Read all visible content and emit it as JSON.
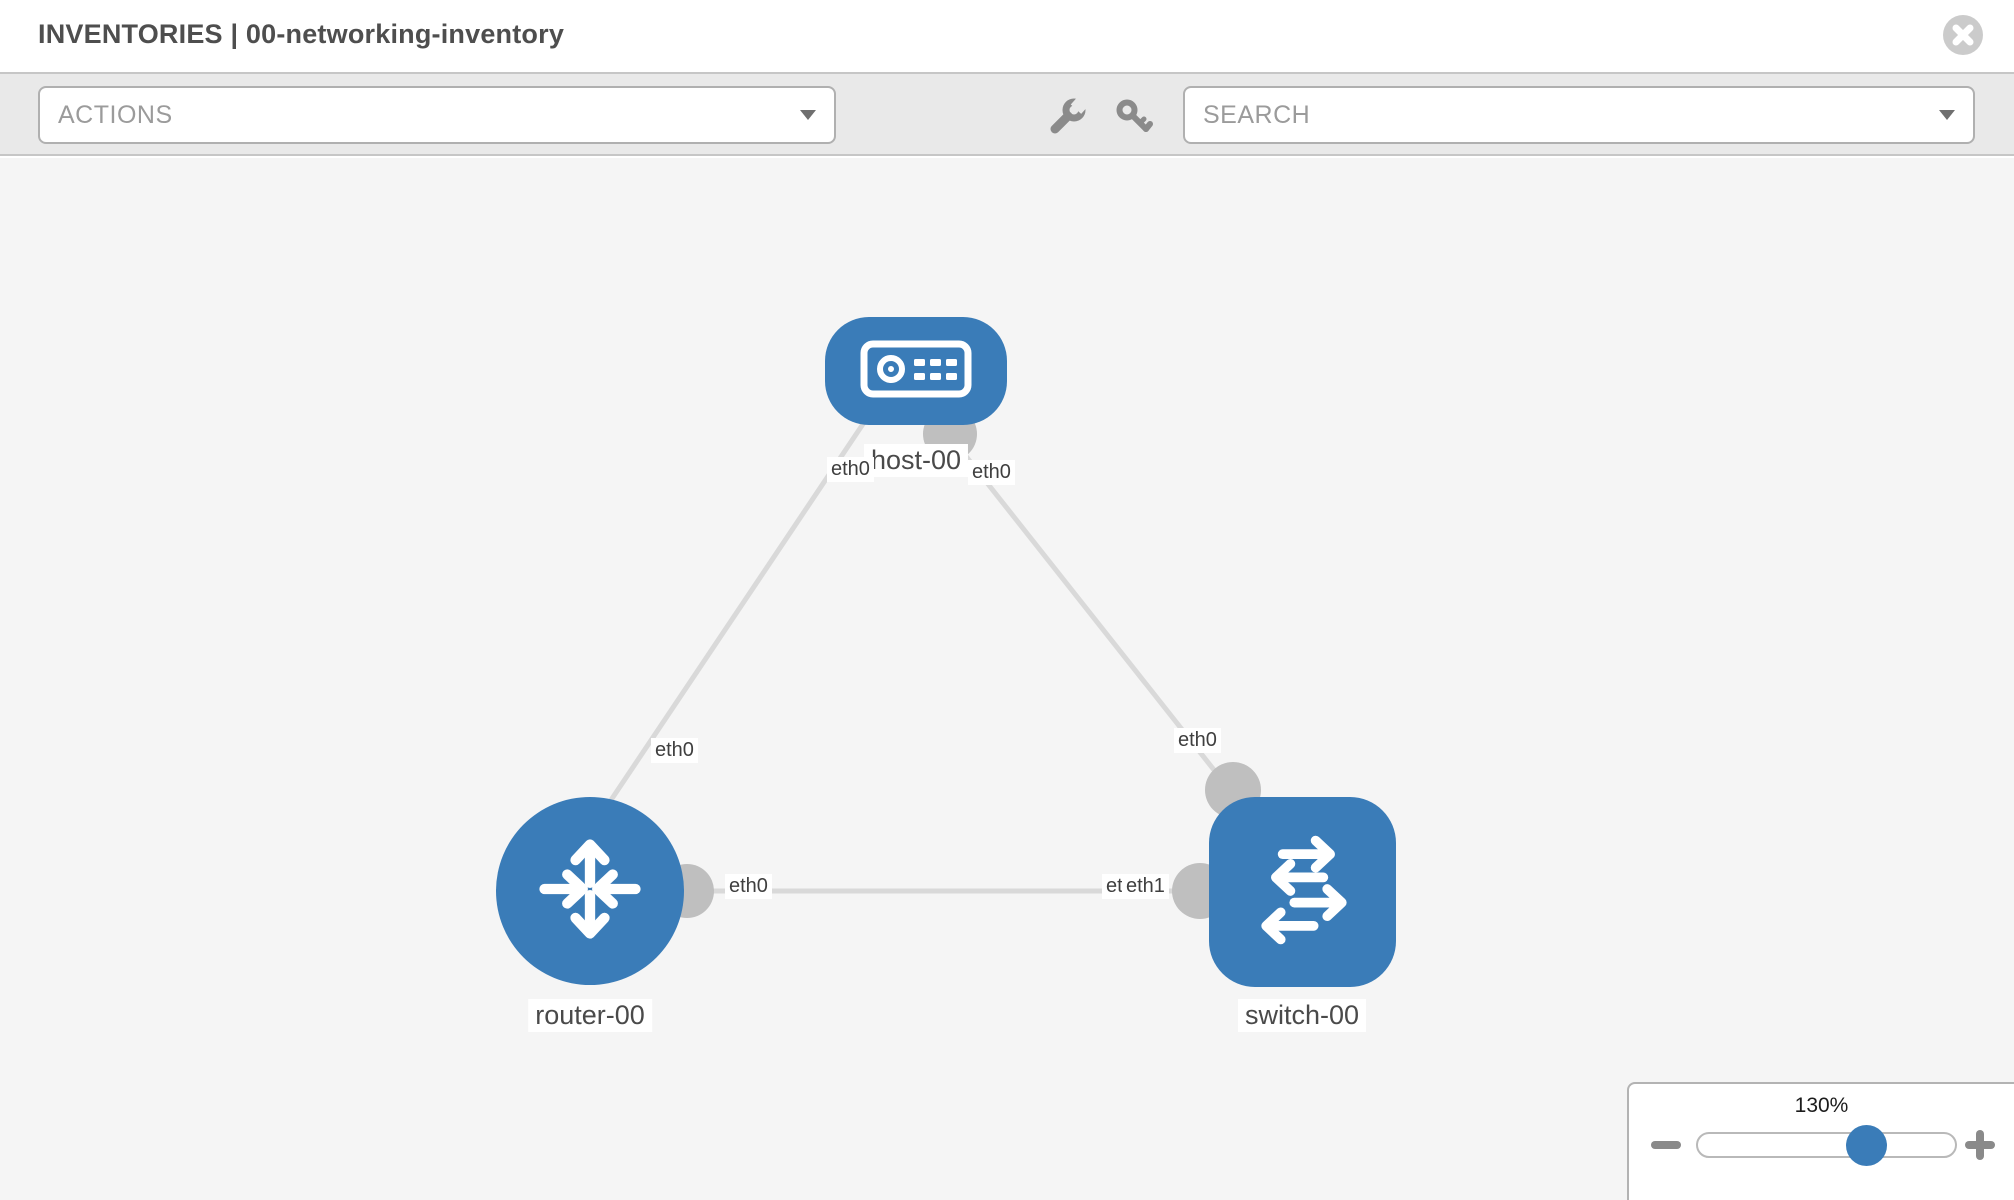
{
  "header": {
    "title": "INVENTORIES | 00-networking-inventory",
    "close_icon": "x-circle"
  },
  "toolbar": {
    "actions_dropdown": {
      "label": "ACTIONS"
    },
    "tools": [
      {
        "name": "wrench-icon"
      },
      {
        "name": "key-icon"
      }
    ],
    "search_dropdown": {
      "label": "SEARCH"
    }
  },
  "topology": {
    "nodes": [
      {
        "id": "host-00",
        "type": "host",
        "label": "host-00"
      },
      {
        "id": "router-00",
        "type": "router",
        "label": "router-00"
      },
      {
        "id": "switch-00",
        "type": "switch",
        "label": "switch-00"
      }
    ],
    "links": [
      {
        "from": "host-00",
        "from_port": "eth0",
        "to": "router-00",
        "to_port": "eth0"
      },
      {
        "from": "host-00",
        "from_port": "eth0",
        "to": "switch-00",
        "to_port": "eth0"
      },
      {
        "from": "router-00",
        "from_port": "eth0",
        "to": "switch-00",
        "to_port": "eth1"
      }
    ],
    "port_labels": [
      {
        "text": "eth0"
      },
      {
        "text": "eth0"
      },
      {
        "text": "eth0"
      },
      {
        "text": "eth0"
      },
      {
        "text": "eth0"
      },
      {
        "text": "eth0"
      },
      {
        "text": "eth1"
      }
    ]
  },
  "zoom_control": {
    "percent": "130%",
    "minus": "−",
    "plus": "+"
  },
  "colors": {
    "node_blue": "#3a7cb8",
    "link_gray": "#d9d9d9",
    "interface_dot_gray": "#bfbfbf",
    "canvas_bg": "#f5f5f5",
    "toolbar_bg": "#e9e9e9",
    "title_text": "#4e4e4e",
    "muted_text": "#9b9b9b",
    "icon_gray": "#8b8b8b"
  }
}
